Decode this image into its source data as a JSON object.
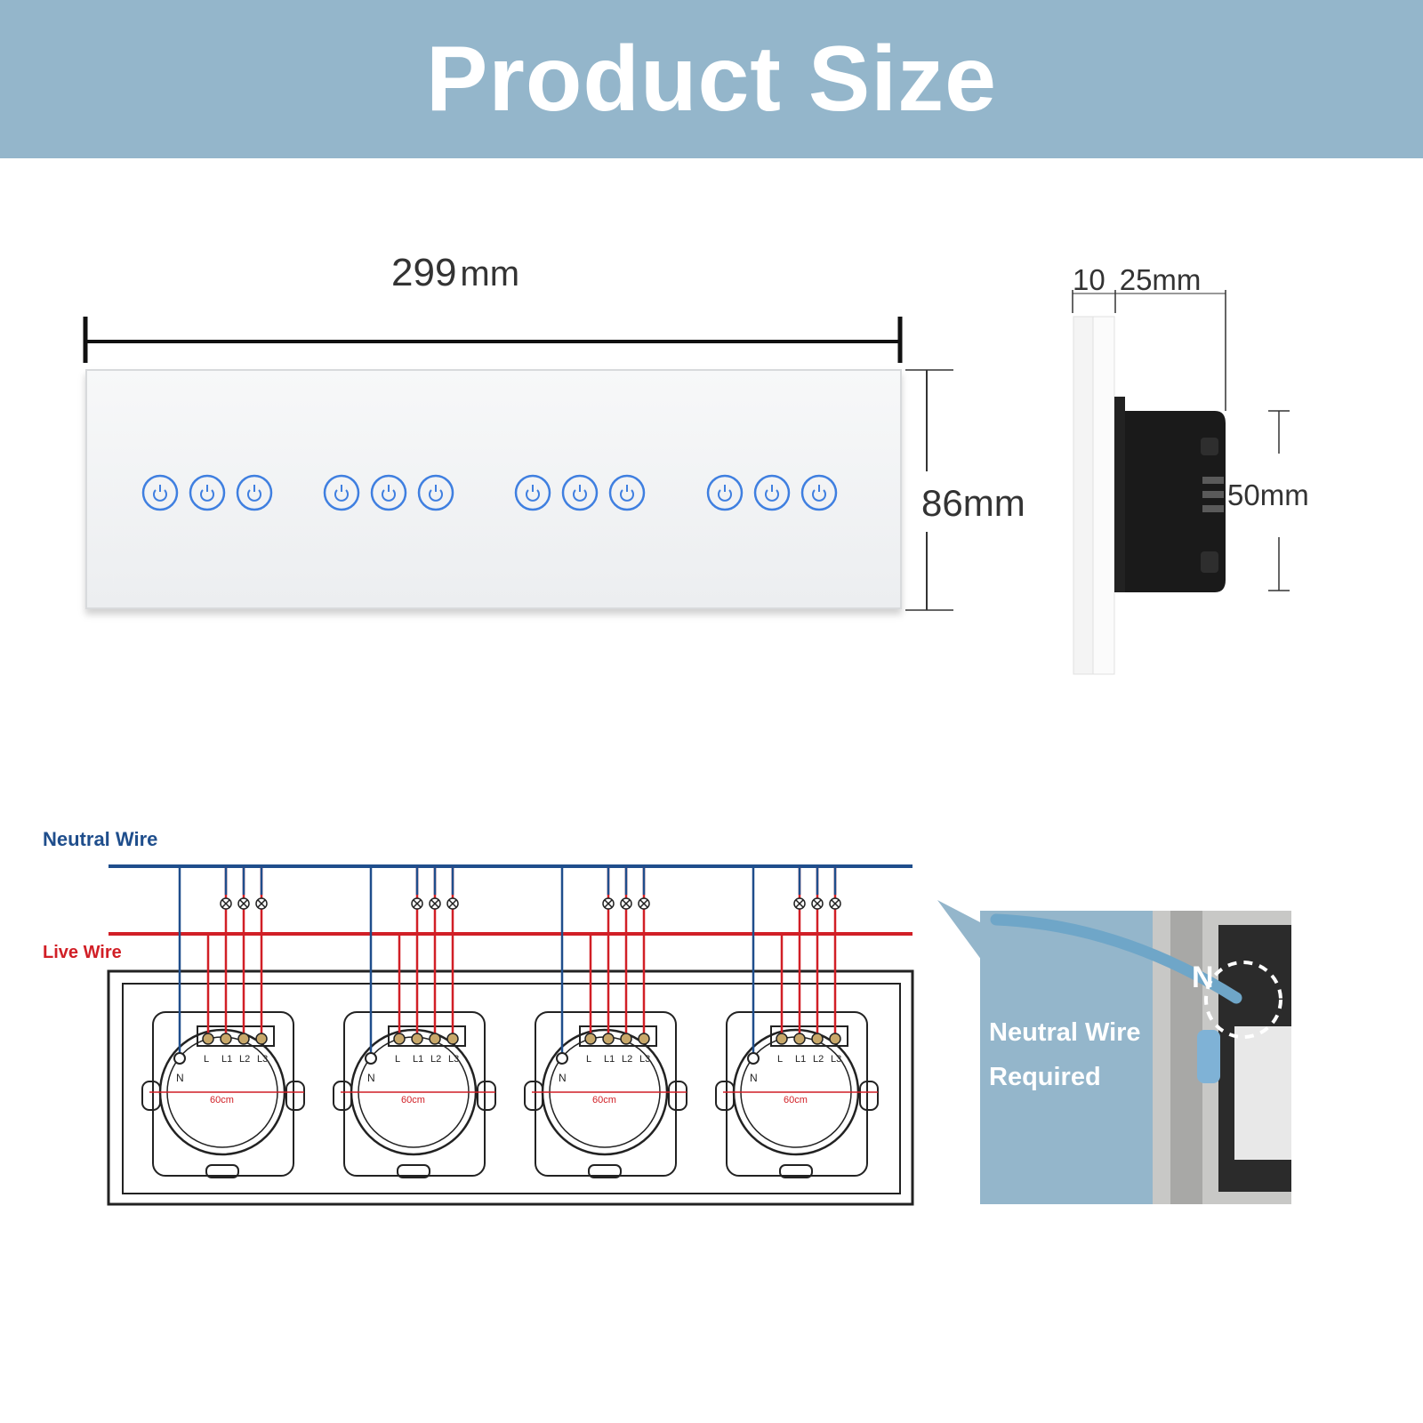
{
  "header": {
    "title": "Product Size",
    "background": "#94b6cb"
  },
  "dimensions": {
    "width_value": "299",
    "width_unit": "mm",
    "height": "86mm",
    "depth_front": "10",
    "depth_back": "25mm",
    "body_height": "50mm"
  },
  "panel": {
    "groups": 4,
    "buttons_per_group": 3,
    "button_color": "#3f7fe0",
    "button_icon": "power-icon"
  },
  "wiring": {
    "neutral_label": "Neutral Wire",
    "live_label": "Live Wire",
    "neutral_color": "#1f4e8c",
    "live_color": "#d11f26",
    "terminal_labels": [
      "L",
      "L1",
      "L2",
      "L3"
    ],
    "neutral_terminal": "N",
    "spacing_label": "60cm"
  },
  "photo": {
    "line1": "Neutral Wire",
    "line2": "Required",
    "badge": "N"
  }
}
